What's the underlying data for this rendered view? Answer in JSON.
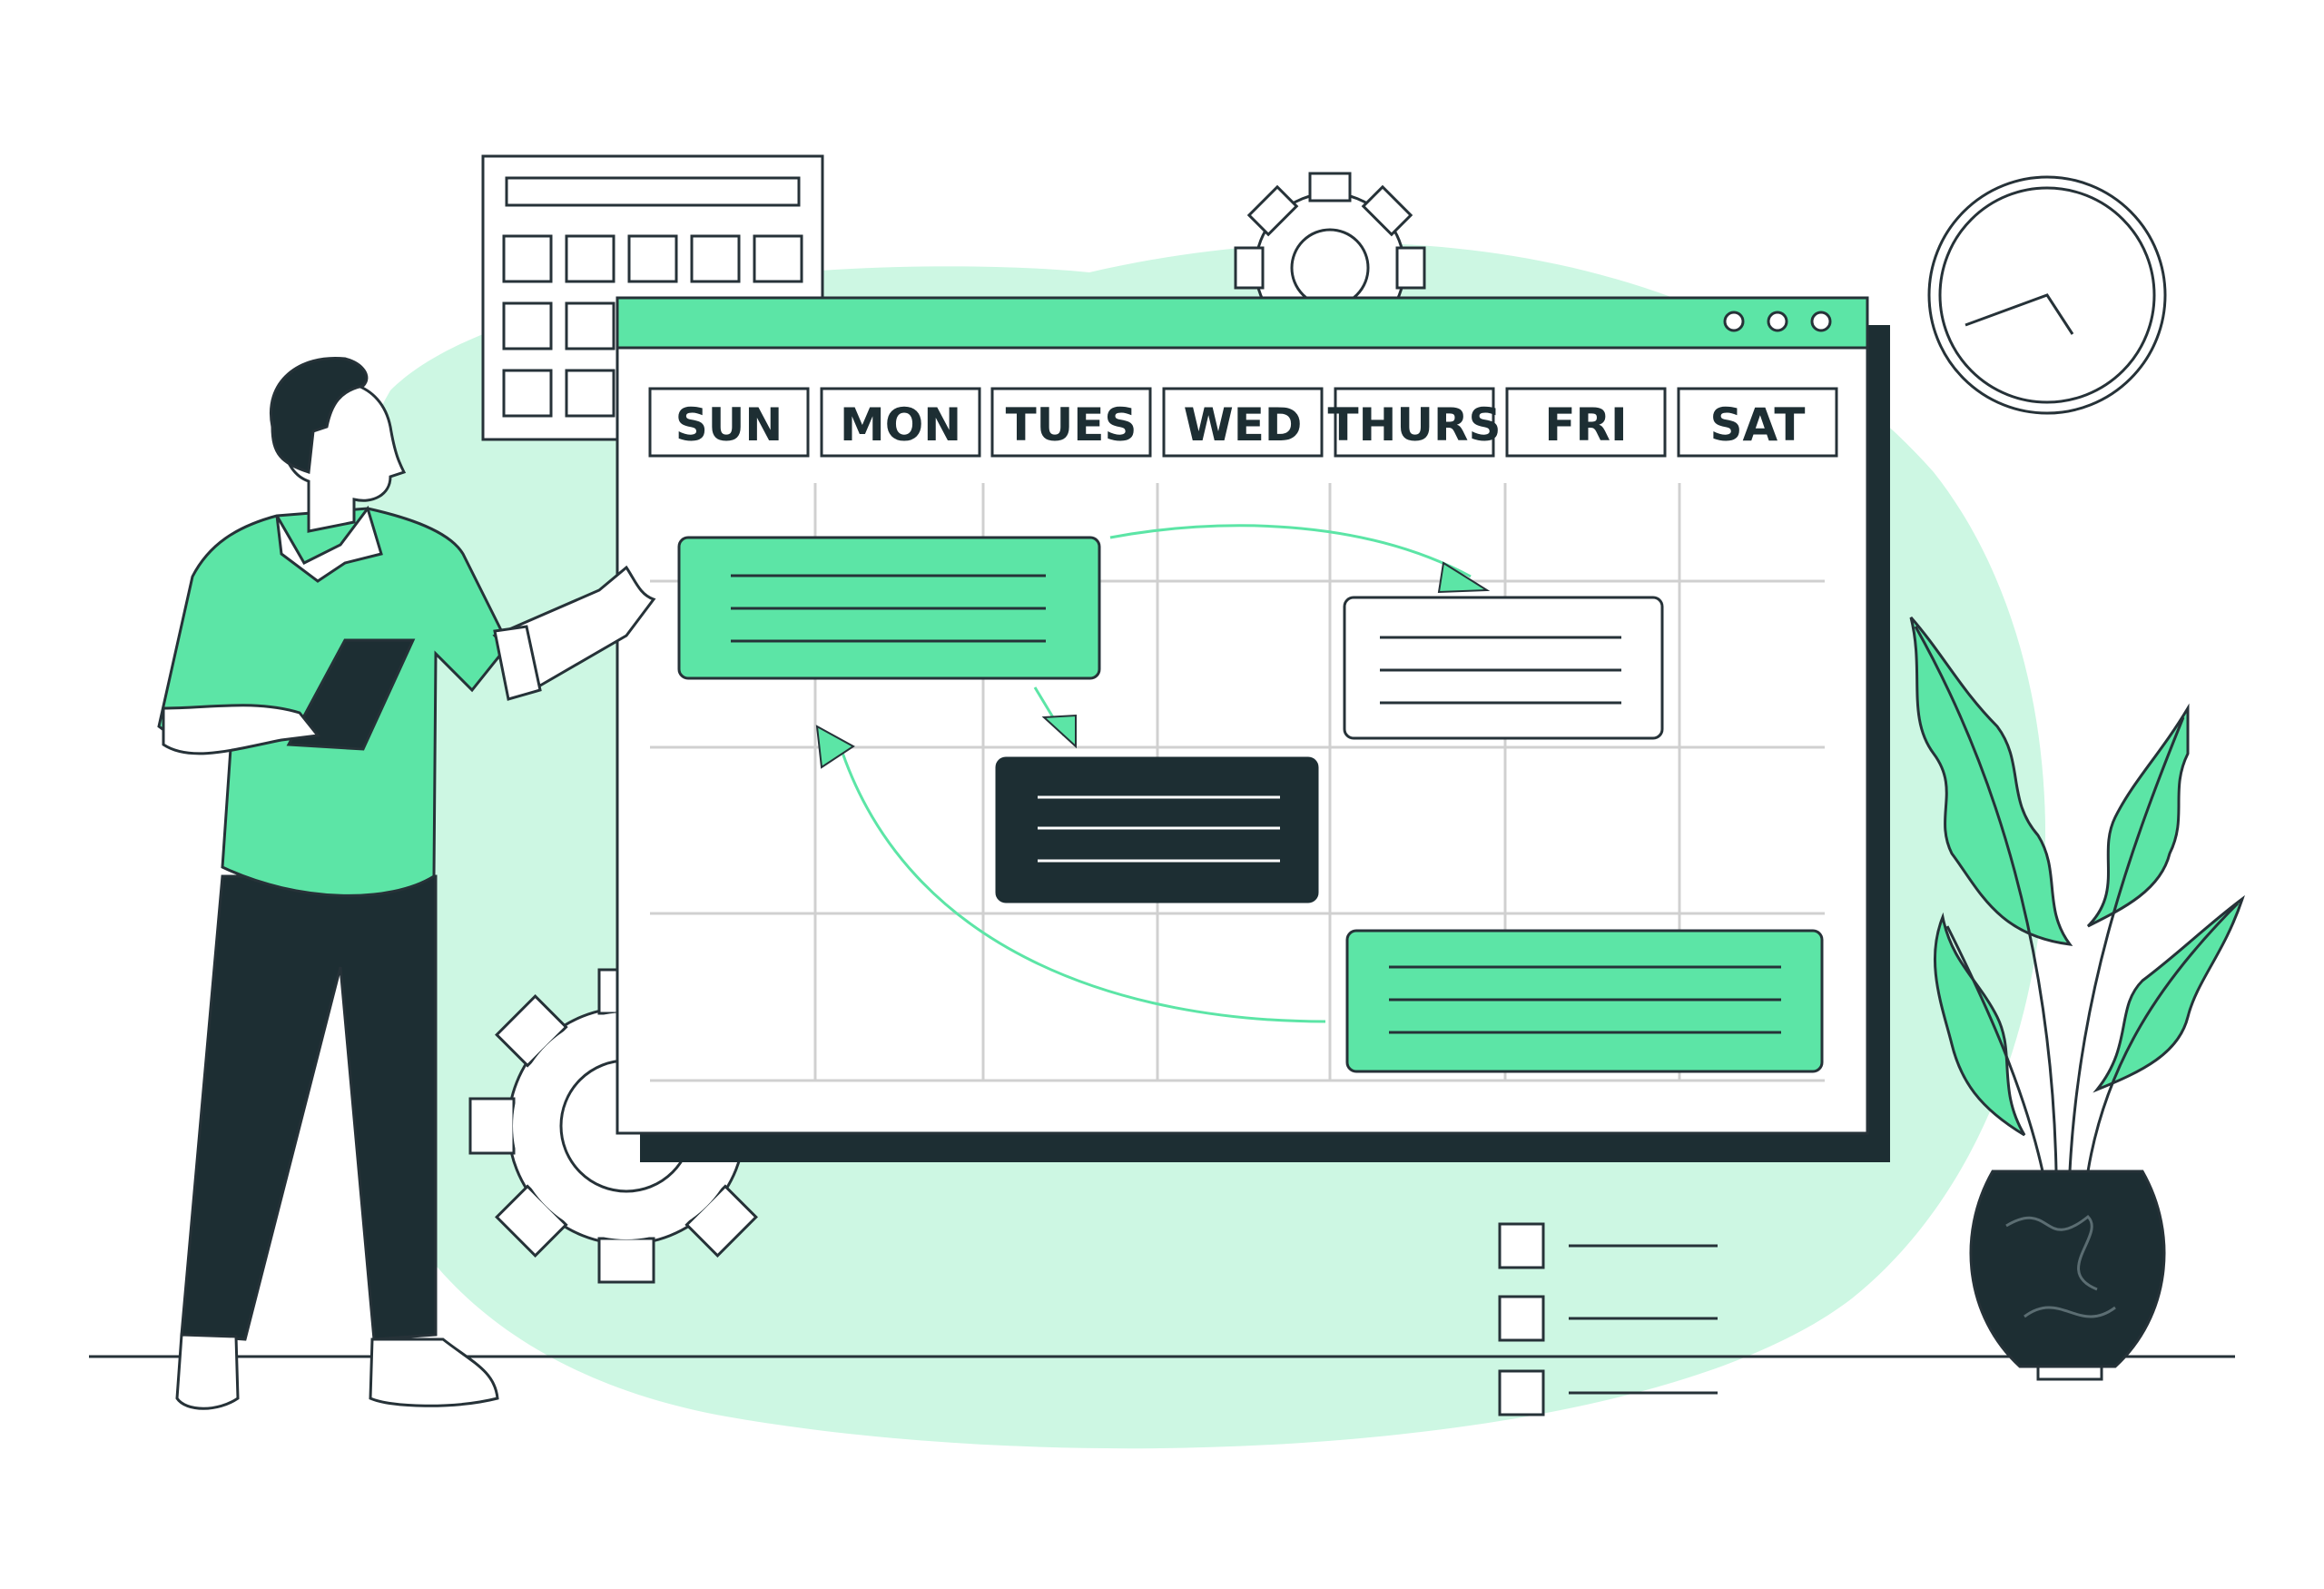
{
  "calendar": {
    "days": [
      "SUN",
      "MON",
      "TUES",
      "WED",
      "THURS",
      "FRI",
      "SAT"
    ]
  },
  "colors": {
    "accent": "#5ce5a6",
    "light_accent": "#cdf7e3",
    "dark": "#1d2e33",
    "outline": "#263238",
    "white": "#ffffff",
    "grid": "#d0d0d0"
  },
  "icons": [
    "calendar-icon",
    "gear-icon",
    "clock-icon",
    "checklist-icon",
    "plant-icon",
    "person-figure"
  ]
}
